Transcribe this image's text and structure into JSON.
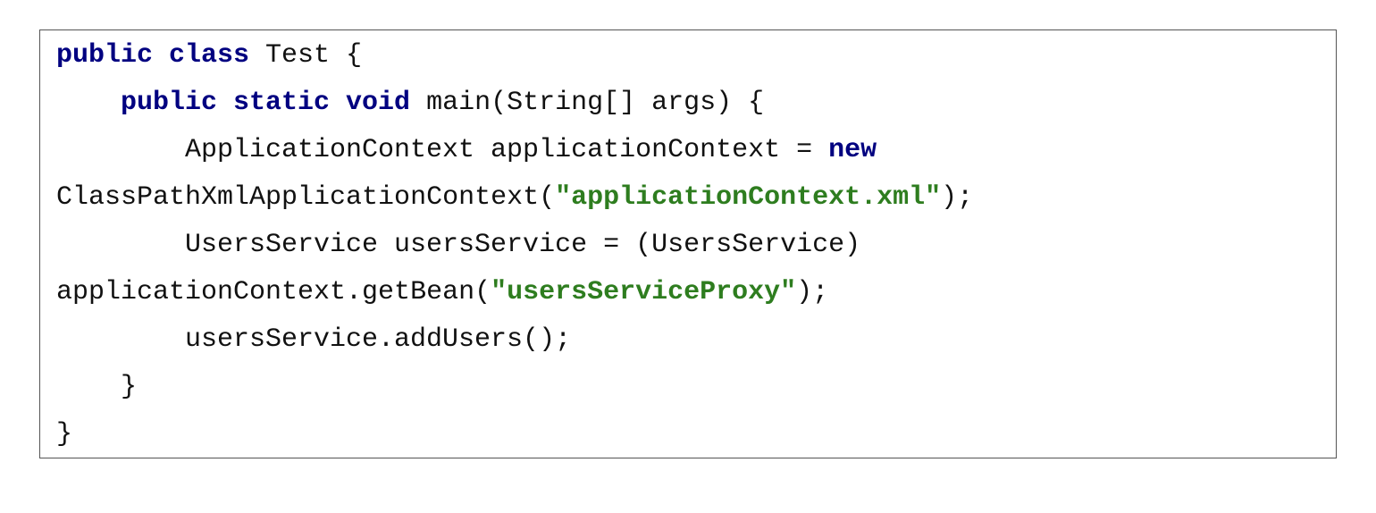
{
  "code": {
    "line1": {
      "kw1": "public class",
      "rest": " Test {"
    },
    "line2": {
      "kw1": "public static void",
      "rest": " main(String[] args) {"
    },
    "line3": {
      "pre": "ApplicationContext applicationContext = ",
      "kw1": "new"
    },
    "line4": {
      "pre": "ClassPathXmlApplicationContext(",
      "str": "\"applicationContext.xml\"",
      "post": ");"
    },
    "line5": {
      "pre": "UsersService usersService = (UsersService)"
    },
    "line6": {
      "pre": "applicationContext.getBean(",
      "str": "\"usersServiceProxy\"",
      "post": ");"
    },
    "line7": {
      "pre": "usersService.addUsers();"
    },
    "line8": {
      "pre": "}"
    },
    "line9": {
      "pre": "}"
    }
  },
  "colors": {
    "keyword": "#000080",
    "string": "#2e7d1f",
    "text": "#111111",
    "border": "#555555"
  }
}
